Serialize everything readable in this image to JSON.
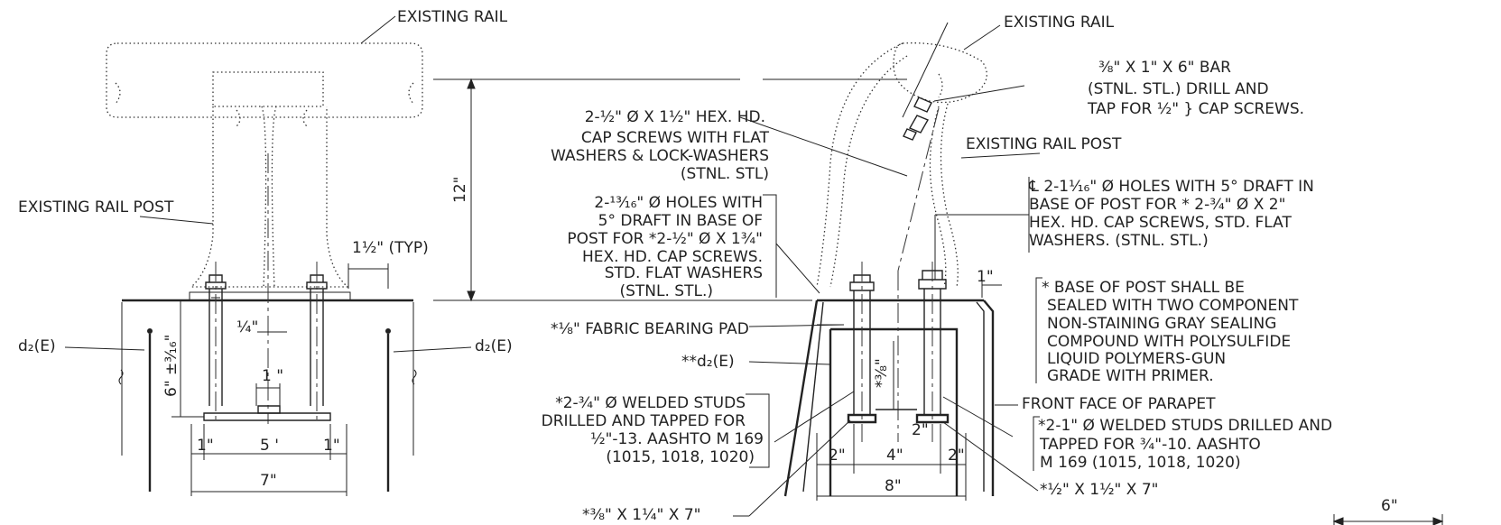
{
  "labels": {
    "existing_rail_left": "EXISTING RAIL",
    "existing_rail_right": "EXISTING RAIL",
    "existing_rail_post_left": "EXISTING RAIL POST",
    "existing_rail_post_right": "EXISTING RAIL POST",
    "d2e_left": "d₂(E)",
    "d2e_right": "d₂(E)",
    "d2e_starred": "**d₂(E)",
    "fabric_pad": "*⅛\" FABRIC BEARING PAD",
    "front_face": "FRONT FACE OF PARAPET",
    "bottom_plate_left": "*⅜\" X 1¼\" X 7\"",
    "bottom_plate_right": "*½\" X 1½\" X 7\"",
    "cap_screws_note": [
      "2-½\" Ø X 1½\" HEX. HD.",
      "CAP SCREWS WITH FLAT",
      "WASHERS & LOCK-WASHERS",
      "(STNL. STL)"
    ],
    "holes_note_left": [
      "2-¹³⁄₁₆\" Ø HOLES WITH",
      "5° DRAFT IN BASE OF",
      "POST FOR *2-½\" Ø X 1¾\"",
      "HEX. HD. CAP SCREWS.",
      "STD. FLAT WASHERS",
      "(STNL. STL.)"
    ],
    "bar_note": [
      "⅜\" X 1\" X 6\" BAR",
      "(STNL. STL.) DRILL AND",
      "TAP FOR ½\" } CAP SCREWS."
    ],
    "holes_note_right": [
      "℄ 2-1¹⁄₁₆\" Ø HOLES WITH 5° DRAFT IN",
      "BASE OF POST FOR * 2-¾\" Ø X 2\"",
      "HEX. HD. CAP SCREWS, STD. FLAT",
      "WASHERS. (STNL. STL.)"
    ],
    "seal_note": [
      "* BASE OF POST SHALL BE",
      "SEALED WITH TWO COMPONENT",
      "NON-STAINING GRAY SEALING",
      "COMPOUND WITH POLYSULFIDE",
      "LIQUID POLYMERS-GUN",
      "GRADE WITH PRIMER."
    ],
    "studs_left": [
      "*2-¾\" Ø WELDED STUDS",
      "DRILLED AND TAPPED FOR",
      "½\"-13. AASHTO M 169",
      "(1015, 1018, 1020)"
    ],
    "studs_right": [
      "*2-1\" Ø WELDED STUDS DRILLED AND",
      "TAPPED FOR  ¾\"-10. AASHTO",
      "M 169 (1015, 1018, 1020)"
    ]
  },
  "dimensions": {
    "height_12": "12\"",
    "typ_1_5": "1½\" (TYP)",
    "quarter": "¼\"",
    "one_inch_center": "1 \"",
    "six_three_sixteenths": "6\" ±³⁄₁₆\"",
    "left_1a": "1\"",
    "left_5": "5 '",
    "left_1b": "1\"",
    "left_7": "7\"",
    "right_1": "1\"",
    "right_2a": "2\"",
    "right_4": "4\"",
    "right_2b": "2\"",
    "right_2c": "2\"",
    "right_8": "8\"",
    "three_eighths": "*⅜\"",
    "scale_6": "6\""
  }
}
